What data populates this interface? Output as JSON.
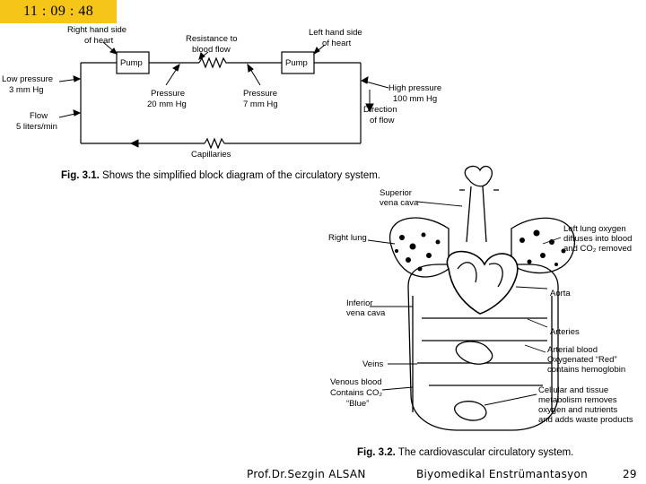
{
  "timer": "11  : 09 : 48",
  "fig1": {
    "right_heart": [
      "Right hand side",
      "of heart"
    ],
    "left_heart": [
      "Left hand side",
      "of heart"
    ],
    "resistance": [
      "Resistance to",
      "blood flow"
    ],
    "pump": "Pump",
    "low_pressure": [
      "Low pressure",
      "3 mm Hg"
    ],
    "flow": [
      "Flow",
      "5 liters/min"
    ],
    "pressure_left": [
      "Pressure",
      "20 mm Hg"
    ],
    "pressure_right": [
      "Pressure",
      "7 mm Hg"
    ],
    "high_pressure": [
      "High pressure",
      "100 mm Hg"
    ],
    "direction": [
      "Direction",
      "of flow"
    ],
    "capillaries": "Capillaries",
    "caption_bold": "Fig. 3.1.",
    "caption_text": " Shows the simplified block diagram of the circulatory system."
  },
  "fig2": {
    "superior": [
      "Superior",
      "vena cava"
    ],
    "right_lung": "Right lung",
    "left_lung": [
      "Left lung oxygen",
      "diffuses into blood",
      "and CO₂ removed"
    ],
    "aorta": "Aorta",
    "inferior": [
      "Inferior",
      "vena cava"
    ],
    "arteries": "Arteries",
    "arterial": [
      "Arterial blood",
      "Oxygenated “Red”",
      "contains hemoglobin"
    ],
    "veins": "Veins",
    "venous": [
      "Venous blood",
      "Contains CO₂",
      "“Blue”"
    ],
    "cellular": [
      "Cellular and tissue",
      "metabolism removes",
      "oxygen and nutrients",
      "and adds waste products"
    ],
    "caption_bold": "Fig. 3.2.",
    "caption_text": " The cardiovascular circulatory system."
  },
  "footer": {
    "author": "Prof.Dr.Sezgin ALSAN",
    "course": "Biyomedikal Enstrümantasyon",
    "page": "29"
  }
}
